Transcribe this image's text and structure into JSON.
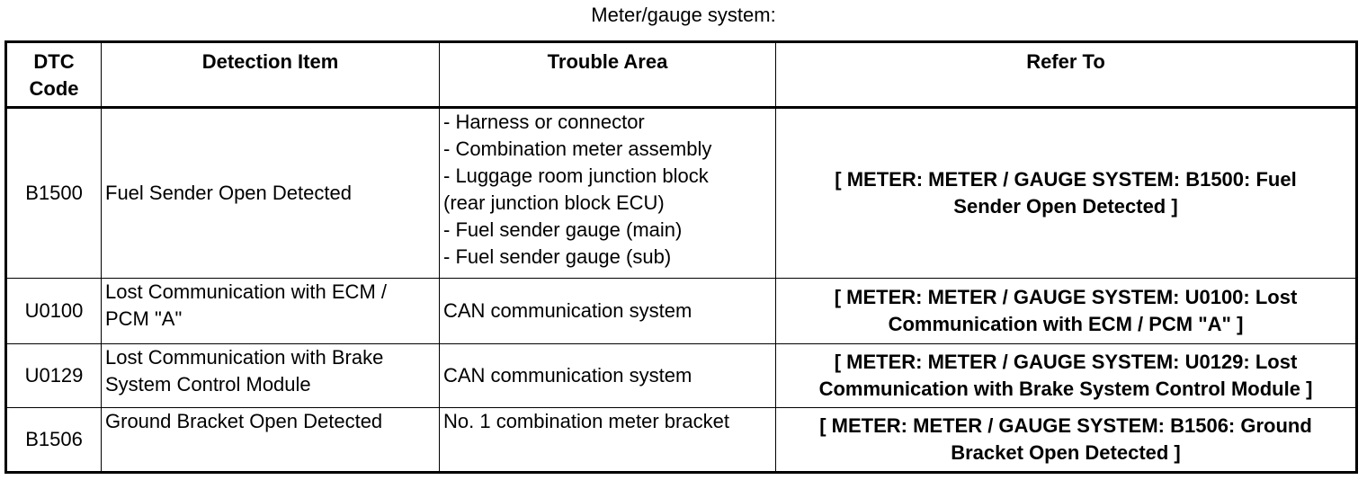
{
  "caption": "Meter/gauge system:",
  "headers": {
    "code": "DTC\nCode",
    "item": "Detection Item",
    "area": "Trouble Area",
    "ref": "Refer To"
  },
  "rows": [
    {
      "code": "B1500",
      "item": "Fuel Sender Open Detected",
      "area": [
        "- Harness or connector",
        "- Combination meter assembly",
        "- Luggage room junction block",
        "(rear junction block ECU)",
        "- Fuel sender gauge (main)",
        "- Fuel sender gauge (sub)"
      ],
      "ref": "[ METER: METER / GAUGE SYSTEM: B1500: Fuel\nSender Open Detected ]"
    },
    {
      "code": "U0100",
      "item": "Lost Communication with ECM /\nPCM \"A\"",
      "area": [
        "CAN communication system"
      ],
      "ref": "[ METER: METER / GAUGE SYSTEM: U0100: Lost\nCommunication with ECM / PCM \"A\" ]"
    },
    {
      "code": "U0129",
      "item": "Lost Communication with Brake\nSystem Control Module",
      "area": [
        "CAN communication system"
      ],
      "ref": "[ METER: METER / GAUGE SYSTEM: U0129: Lost\nCommunication with Brake System Control Module ]"
    },
    {
      "code": "B1506",
      "item": "Ground Bracket Open Detected",
      "area": [
        "No. 1 combination meter bracket"
      ],
      "ref": "[ METER: METER / GAUGE SYSTEM: B1506: Ground\nBracket Open Detected ]"
    }
  ]
}
